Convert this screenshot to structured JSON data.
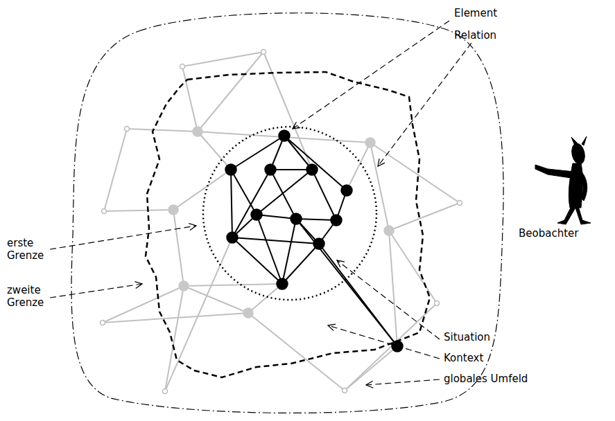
{
  "diagram": {
    "labels": [
      "Element",
      "Relation",
      "erste Grenze",
      "zweite Grenze",
      "Situation",
      "Kontext",
      "globales Umfeld",
      "Beobachter"
    ]
  }
}
